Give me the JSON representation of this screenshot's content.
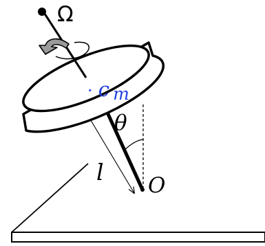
{
  "labels": {
    "omega": "Ω",
    "cm_prefix": "·",
    "cm_main": "c",
    "cm_sub": "m",
    "theta": "θ",
    "length": "l",
    "pivot": "O"
  },
  "colors": {
    "line": "#000000",
    "cm": "#1f3fe0",
    "rotation_arrow": "#8c8c8c",
    "background": "#ffffff"
  }
}
